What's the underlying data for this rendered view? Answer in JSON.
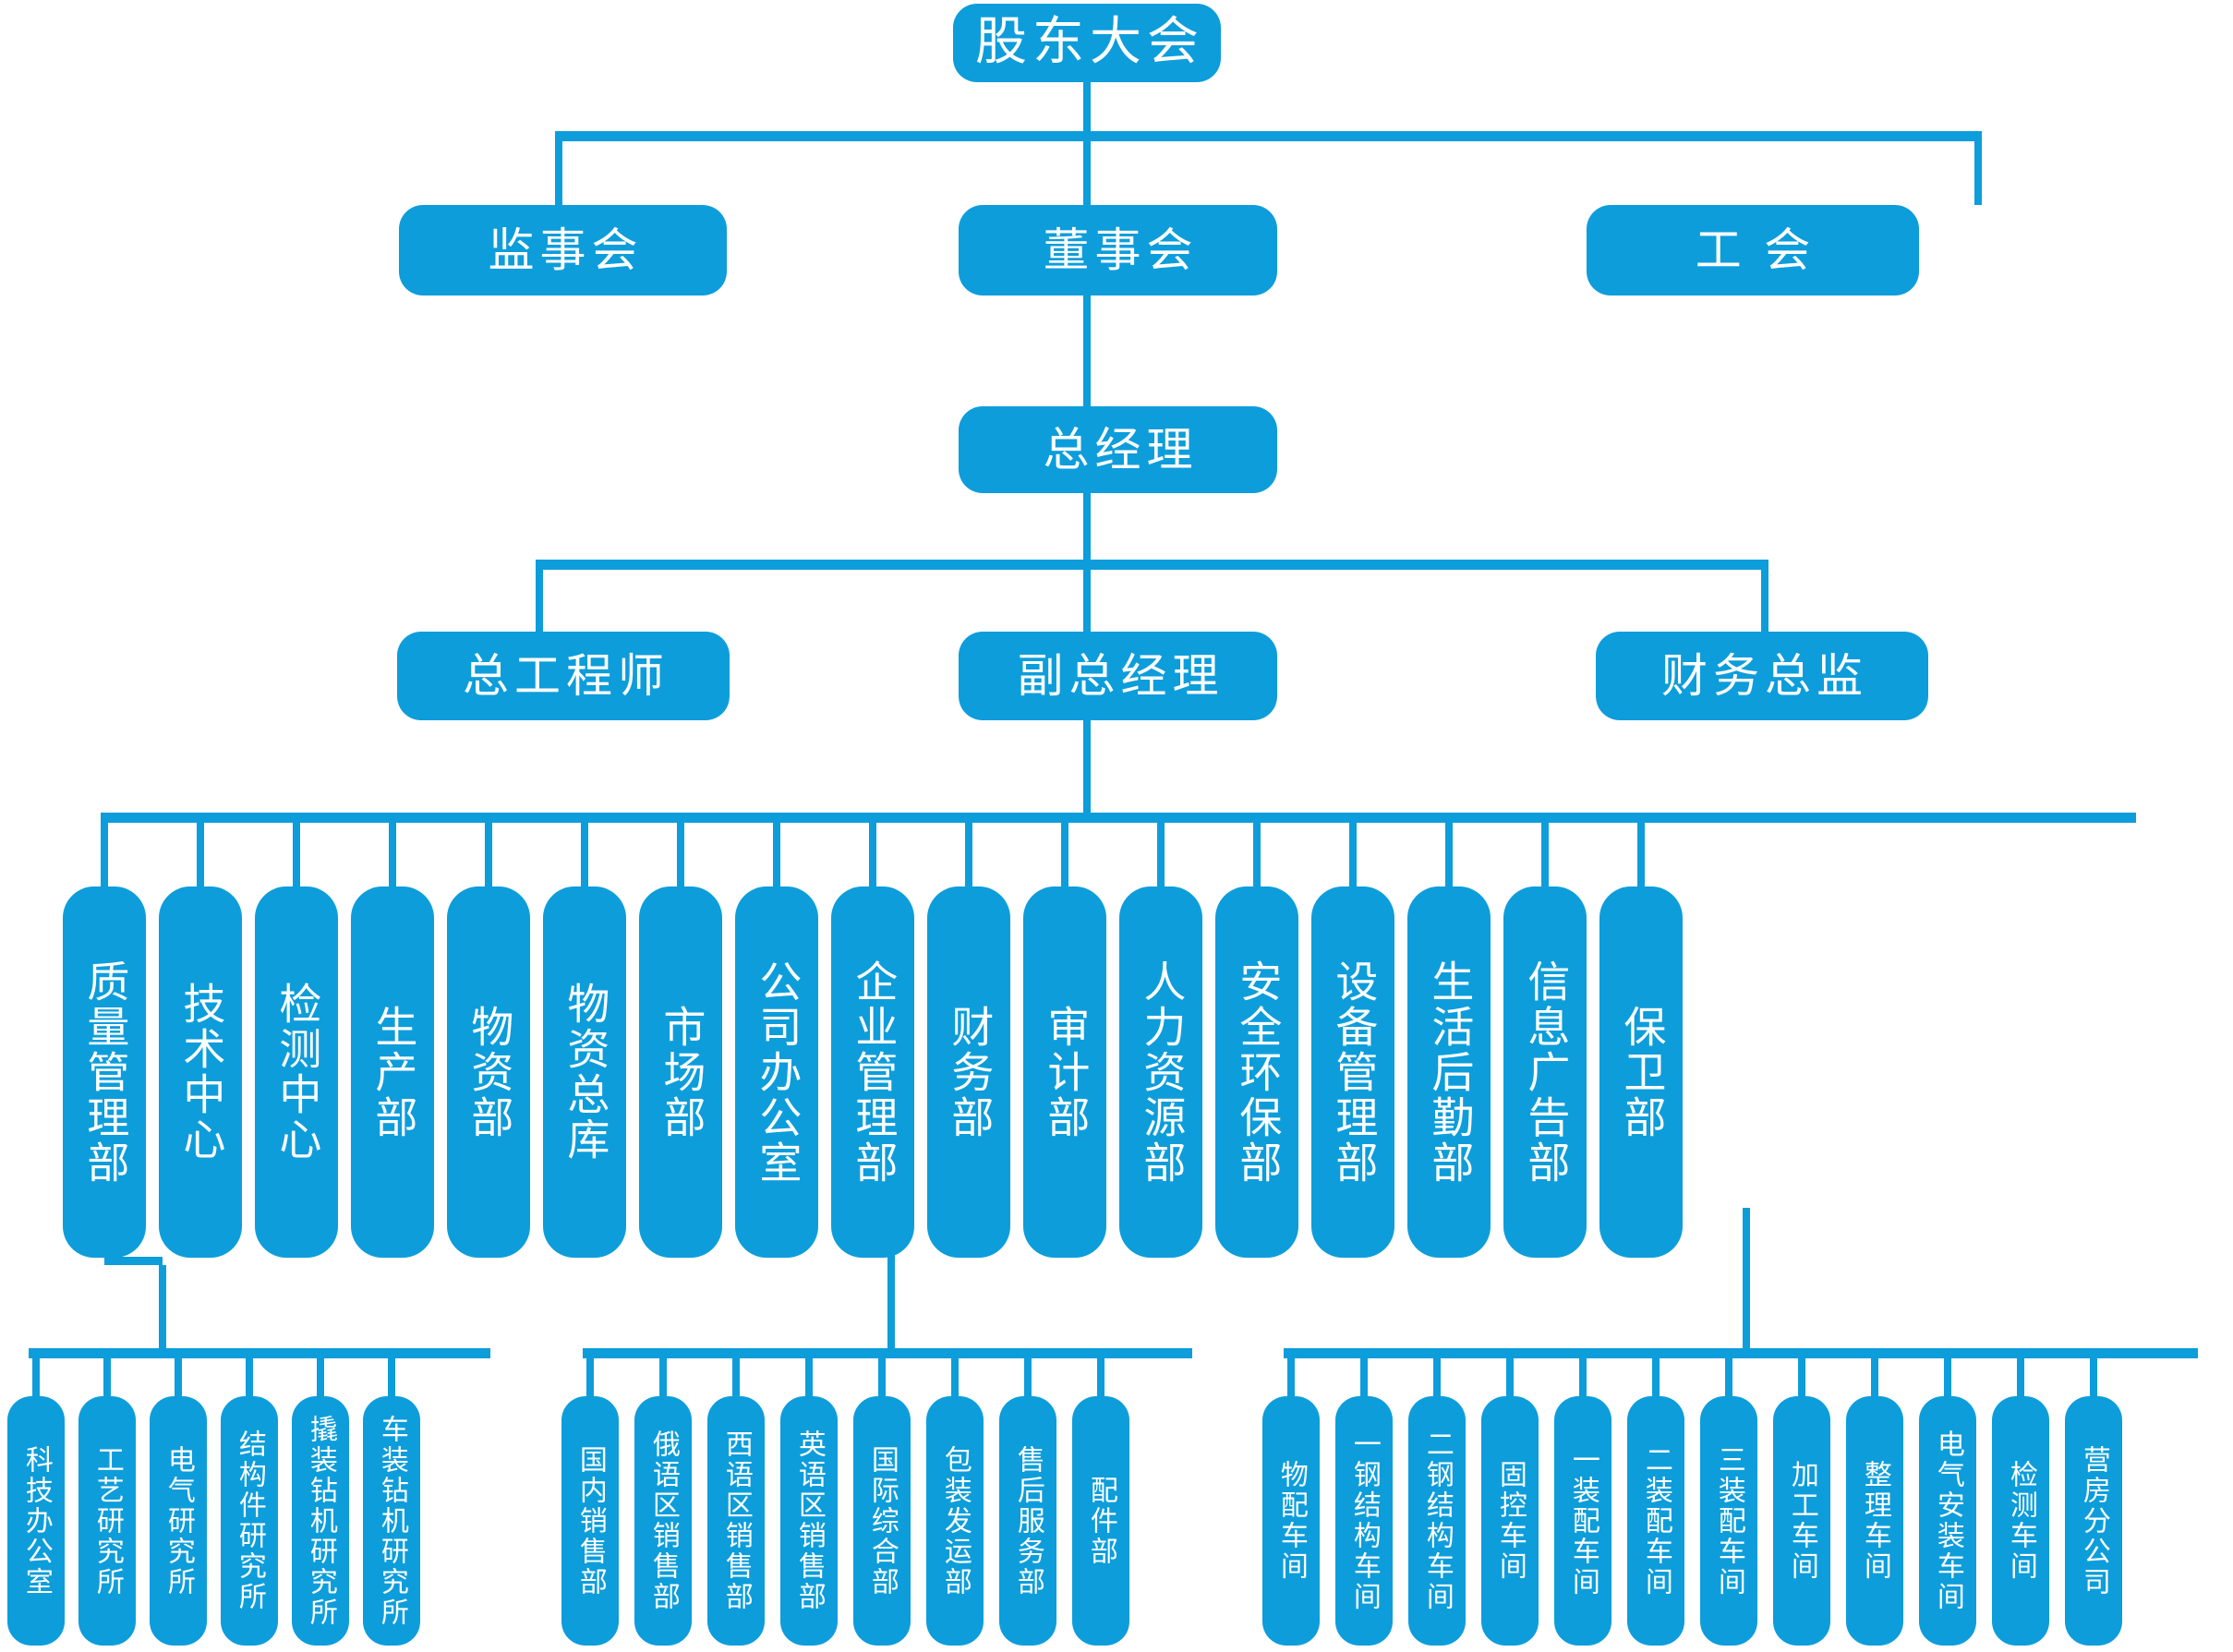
{
  "meta": {
    "title": "公司组织结构图",
    "accent_color": "#0D9DDB",
    "text_color": "#FFFFFF",
    "background_color": "#FFFFFF"
  },
  "level1": {
    "shareholders_meeting": "股东大会"
  },
  "level2": [
    {
      "label": "监事会"
    },
    {
      "label": "董事会"
    },
    {
      "label": "工 会"
    }
  ],
  "level3": {
    "general_manager": "总经理"
  },
  "level4": [
    {
      "label": "总工程师"
    },
    {
      "label": "副总经理"
    },
    {
      "label": "财务总监"
    }
  ],
  "departments": [
    {
      "label": "质量管理部"
    },
    {
      "label": "技术中心"
    },
    {
      "label": "检测中心"
    },
    {
      "label": "生产部"
    },
    {
      "label": "物资部"
    },
    {
      "label": "物资总库"
    },
    {
      "label": "市场部"
    },
    {
      "label": "公司办公室"
    },
    {
      "label": "企业管理部"
    },
    {
      "label": "财务部"
    },
    {
      "label": "审计部"
    },
    {
      "label": "人力资源部"
    },
    {
      "label": "安全环保部"
    },
    {
      "label": "设备管理部"
    },
    {
      "label": "生活后勤部"
    },
    {
      "label": "信息广告部"
    },
    {
      "label": "保卫部"
    }
  ],
  "groups": [
    {
      "name": "technology-center-units",
      "parent": "技术中心",
      "items": [
        {
          "label": "科技办公室"
        },
        {
          "label": "工艺研究所"
        },
        {
          "label": "电气研究所"
        },
        {
          "label": "结构件研究所"
        },
        {
          "label": "撬装钻机研究所"
        },
        {
          "label": "车装钻机研究所"
        }
      ]
    },
    {
      "name": "market-department-units",
      "parent": "市场部",
      "items": [
        {
          "label": "国内销售部"
        },
        {
          "label": "俄语区销售部"
        },
        {
          "label": "西语区销售部"
        },
        {
          "label": "英语区销售部"
        },
        {
          "label": "国际综合部"
        },
        {
          "label": "包装发运部"
        },
        {
          "label": "售后服务部"
        },
        {
          "label": "配件部"
        }
      ]
    },
    {
      "name": "equipment-management-units",
      "parent": "设备管理部",
      "items": [
        {
          "label": "物配车间"
        },
        {
          "label": "一钢结构车间"
        },
        {
          "label": "二钢结构车间"
        },
        {
          "label": "固控车间"
        },
        {
          "label": "一装配车间"
        },
        {
          "label": "二装配车间"
        },
        {
          "label": "三装配车间"
        },
        {
          "label": "加工车间"
        },
        {
          "label": "整理车间"
        },
        {
          "label": "电气安装车间"
        },
        {
          "label": "检测车间"
        },
        {
          "label": "营房分公司"
        }
      ]
    }
  ]
}
